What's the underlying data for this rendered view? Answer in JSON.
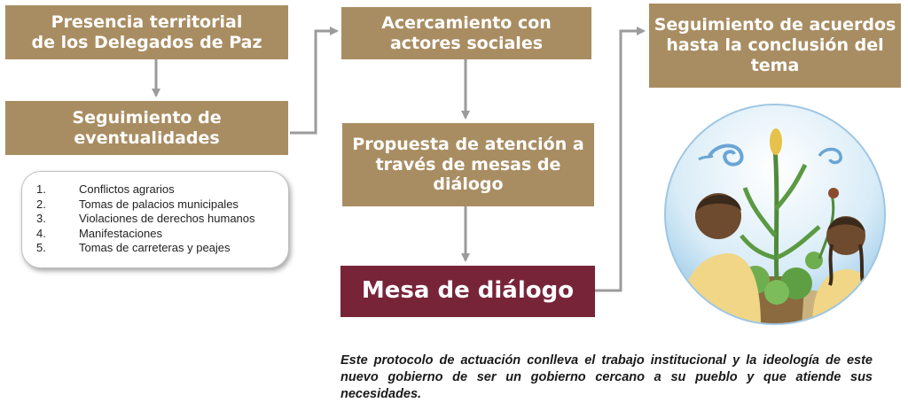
{
  "colors": {
    "box": "#a98d62",
    "box_dark": "#772439",
    "arrow": "#9b9b9b"
  },
  "flow": {
    "presencia": "Presencia territorial\nde los Delegados de Paz",
    "seguimiento_eventualidades": "Seguimiento de\neventualidades",
    "acercamiento": "Acercamiento con\nactores sociales",
    "propuesta": "Propuesta de atención a\ntravés de mesas de\ndiálogo",
    "mesa": "Mesa de diálogo",
    "seguimiento_acuerdos": "Seguimiento de acuerdos\nhasta la conclusión del\ntema"
  },
  "eventualidades": [
    {
      "num": "1.",
      "label": "Conflictos agrarios"
    },
    {
      "num": "2.",
      "label": "Tomas de palacios municipales"
    },
    {
      "num": "3.",
      "label": "Violaciones de derechos humanos"
    },
    {
      "num": "4.",
      "label": "Manifestaciones"
    },
    {
      "num": "5.",
      "label": "Tomas de carreteras y peajes"
    }
  ],
  "note": "Este protocolo de actuación conlleva el trabajo institucional y la ideología de este nuevo gobierno de ser un gobierno cercano a su pueblo y que atiende sus necesidades.",
  "illustration": {
    "icon": "people-and-corn-plant-illustration"
  }
}
